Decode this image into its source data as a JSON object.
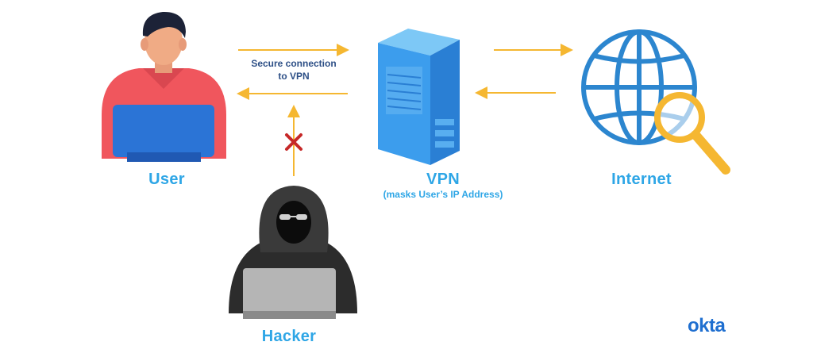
{
  "nodes": {
    "user": {
      "label": "User"
    },
    "vpn": {
      "label": "VPN",
      "sublabel": "(masks User’s IP Address)"
    },
    "internet": {
      "label": "Internet"
    },
    "hacker": {
      "label": "Hacker"
    }
  },
  "connection_note": {
    "line1": "Secure connection",
    "line2": "to VPN"
  },
  "brand": {
    "logo_text": "okta"
  },
  "colors": {
    "accent_blue": "#2ea6e6",
    "arrow_yellow": "#f5b731",
    "blocked_red": "#c62828",
    "note_navy": "#2d4f86",
    "brand_blue": "#1f6fd0"
  }
}
